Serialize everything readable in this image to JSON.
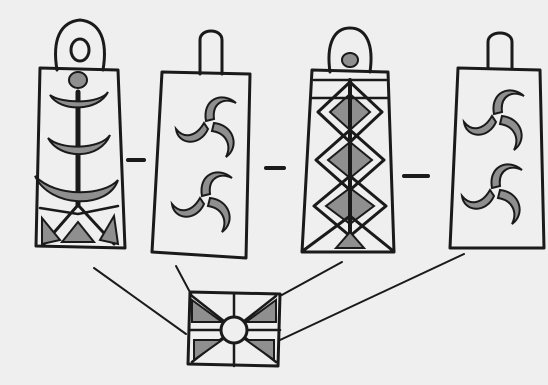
{
  "drawing": {
    "paper_color": "#efefef",
    "ink_color": "#1a1a1a",
    "shade_color": "#8f8f8f",
    "pendants": [
      {
        "id": "pendant-1",
        "motif": "branch-tree"
      },
      {
        "id": "pendant-2",
        "motif": "triskelion-pair"
      },
      {
        "id": "pendant-3",
        "motif": "diamond-chain"
      },
      {
        "id": "pendant-4",
        "motif": "triskelion-pair"
      }
    ],
    "center_tile": {
      "motif": "radiating-sun"
    },
    "connector_count": 4,
    "separator_count": 3
  }
}
